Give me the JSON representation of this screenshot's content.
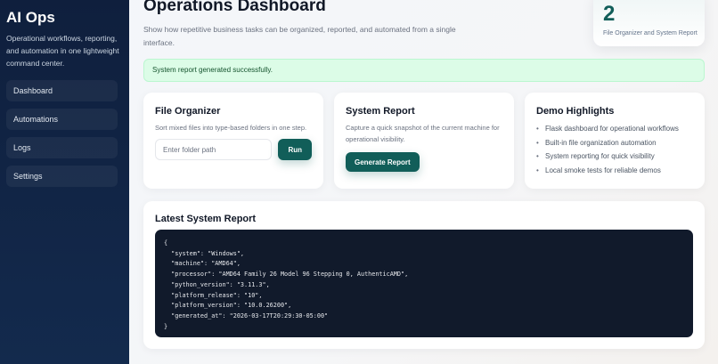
{
  "sidebar": {
    "brand": "AI Ops",
    "description": "Operational workflows, reporting, and automation in one lightweight command center.",
    "items": [
      {
        "label": "Dashboard"
      },
      {
        "label": "Automations"
      },
      {
        "label": "Logs"
      },
      {
        "label": "Settings"
      }
    ]
  },
  "header": {
    "title": "Operations Dashboard",
    "subtitle": "Show how repetitive business tasks can be organized, reported, and automated from a single interface."
  },
  "stat": {
    "value": "2",
    "label": "File Organizer and System Report"
  },
  "alert": {
    "message": "System report generated successfully."
  },
  "file_organizer": {
    "title": "File Organizer",
    "description": "Sort mixed files into type-based folders in one step.",
    "input_placeholder": "Enter folder path",
    "input_value": "",
    "button_label": "Run"
  },
  "system_report": {
    "title": "System Report",
    "description": "Capture a quick snapshot of the current machine for operational visibility.",
    "button_label": "Generate Report"
  },
  "highlights": {
    "title": "Demo Highlights",
    "items": [
      "Flask dashboard for operational workflows",
      "Built-in file organization automation",
      "System reporting for quick visibility",
      "Local smoke tests for reliable demos"
    ]
  },
  "latest_report": {
    "title": "Latest System Report",
    "json_text": "{\n  \"system\": \"Windows\",\n  \"machine\": \"AMD64\",\n  \"processor\": \"AMD64 Family 26 Model 96 Stepping 0, AuthenticAMD\",\n  \"python_version\": \"3.11.3\",\n  \"platform_release\": \"10\",\n  \"platform_version\": \"10.0.26200\",\n  \"generated_at\": \"2026-03-17T20:29:30-05:00\"\n}"
  },
  "colors": {
    "sidebar_bg": "#0f1f3d",
    "accent": "#115e59",
    "alert_bg": "#dcfce7",
    "code_bg": "#111a2b"
  }
}
